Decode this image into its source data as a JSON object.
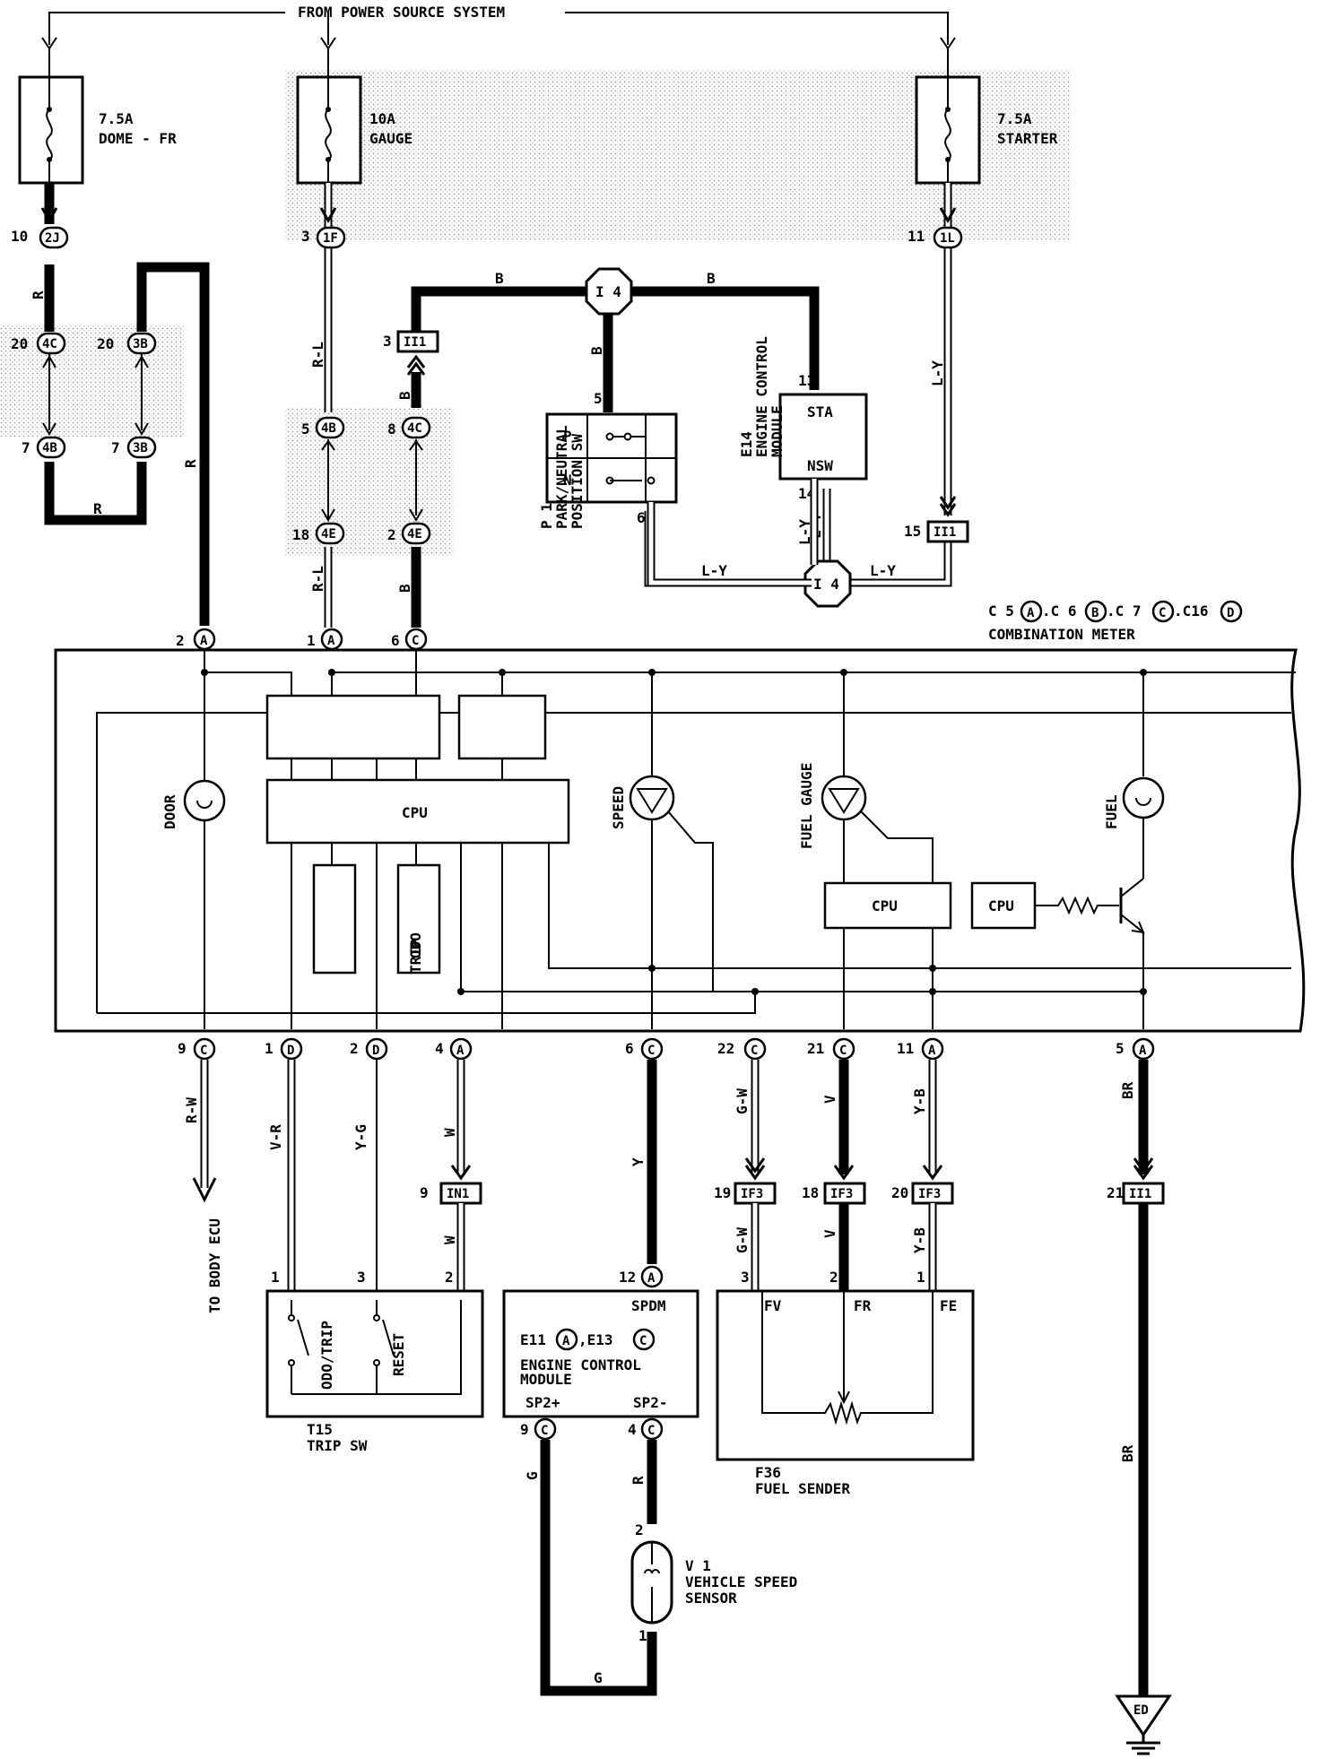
{
  "header": {
    "source": "FROM POWER SOURCE SYSTEM"
  },
  "fuses": [
    {
      "amp": "7.5A",
      "name": "DOME - FR"
    },
    {
      "amp": "10A",
      "name": "GAUGE"
    },
    {
      "amp": "7.5A",
      "name": "STARTER"
    }
  ],
  "junctions": {
    "f1_top": {
      "pin": "10",
      "conn": "2J"
    },
    "f2_top": {
      "pin": "3",
      "conn": "1F"
    },
    "f3_top": {
      "pin": "11",
      "conn": "1L"
    },
    "j_4c_20": {
      "pin": "20",
      "conn": "4C"
    },
    "j_3b_20": {
      "pin": "20",
      "conn": "3B"
    },
    "j_4b_7": {
      "pin": "7",
      "conn": "4B"
    },
    "j_3b_7": {
      "pin": "7",
      "conn": "3B"
    },
    "j_4b_5": {
      "pin": "5",
      "conn": "4B"
    },
    "j_4c_8": {
      "pin": "8",
      "conn": "4C"
    },
    "j_4e_18": {
      "pin": "18",
      "conn": "4E"
    },
    "j_4e_2": {
      "pin": "2",
      "conn": "4E"
    },
    "ii1_3": {
      "pin": "3",
      "conn": "II1"
    },
    "ii1_15": {
      "pin": "15",
      "conn": "II1"
    },
    "i4": "I 4"
  },
  "wires": {
    "r": "R",
    "rl": "R-L",
    "b": "B",
    "ly": "L-Y",
    "rw": "R-W",
    "vr": "V-R",
    "yg": "Y-G",
    "w": "W",
    "y": "Y",
    "gw": "G-W",
    "v": "V",
    "yb": "Y-B",
    "br": "BR",
    "g": "G"
  },
  "park_sw": {
    "id": "P 1",
    "name1": "PARK/NEUTRAL",
    "name2": "POSITION SW",
    "p": "P",
    "n": "N",
    "pin5": "5",
    "pin6": "6"
  },
  "ecm_top": {
    "id": "E14",
    "name1": "ENGINE CONTROL",
    "name2": "MODULE",
    "sta": "STA",
    "nsw": "NSW",
    "pin13": "13",
    "pin14": "14"
  },
  "meter": {
    "codes": [
      "C 5",
      "A",
      ".C 6",
      "B",
      ".C 7",
      "C",
      ".C16",
      "D"
    ],
    "name": "COMBINATION METER",
    "top_pins": [
      {
        "pin": "2",
        "conn": "A"
      },
      {
        "pin": "1",
        "conn": "A"
      },
      {
        "pin": "6",
        "conn": "C"
      }
    ],
    "bottom_pins": [
      {
        "pin": "9",
        "conn": "C"
      },
      {
        "pin": "1",
        "conn": "D"
      },
      {
        "pin": "2",
        "conn": "D"
      },
      {
        "pin": "4",
        "conn": "A"
      },
      {
        "pin": "6",
        "conn": "C"
      },
      {
        "pin": "22",
        "conn": "C"
      },
      {
        "pin": "21",
        "conn": "C"
      },
      {
        "pin": "11",
        "conn": "A"
      },
      {
        "pin": "5",
        "conn": "A"
      }
    ],
    "door": "DOOR",
    "cpu": "CPU",
    "odo": "ODO",
    "trip": "TRIP",
    "speed": "SPEED",
    "fuel_gauge": "FUEL GAUGE",
    "fuel": "FUEL"
  },
  "to_body_ecu": "TO BODY ECU",
  "inline": {
    "in1": {
      "pin": "9",
      "conn": "IN1"
    },
    "if3_19": {
      "pin": "19",
      "conn": "IF3"
    },
    "if3_18": {
      "pin": "18",
      "conn": "IF3"
    },
    "if3_20": {
      "pin": "20",
      "conn": "IF3"
    },
    "ii1_21": {
      "pin": "21",
      "conn": "II1"
    }
  },
  "trip_sw": {
    "id": "T15",
    "name": "TRIP SW",
    "odo_trip": "ODO/TRIP",
    "reset": "RESET",
    "p1": "1",
    "p3": "3",
    "p2": "2"
  },
  "ecm_bottom": {
    "spdm_pin": "12",
    "spdm_conn": "A",
    "spdm": "SPDM",
    "codes": [
      "E11",
      "A",
      ",E13",
      "C"
    ],
    "name1": "ENGINE CONTROL",
    "name2": "MODULE",
    "sp2p": "SP2+",
    "sp2m": "SP2-",
    "p9": "9",
    "p9c": "C",
    "p4": "4",
    "p4c": "C"
  },
  "fuel_sender": {
    "id": "F36",
    "name": "FUEL SENDER",
    "fv": "FV",
    "fr": "FR",
    "fe": "FE",
    "p3": "3",
    "p2": "2",
    "p1": "1"
  },
  "speed_sensor": {
    "id": "V 1",
    "name1": "VEHICLE SPEED",
    "name2": "SENSOR",
    "p2": "2",
    "p1": "1"
  },
  "ground": "ED"
}
